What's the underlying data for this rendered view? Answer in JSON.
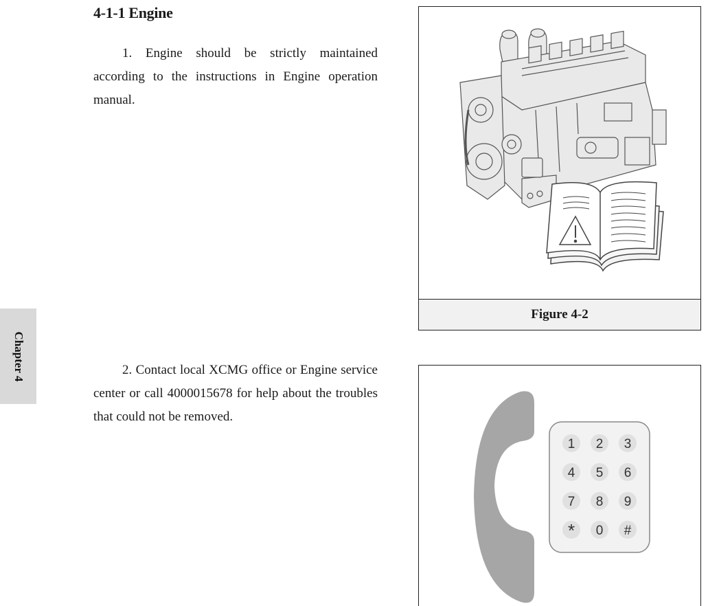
{
  "section": {
    "title": "4-1-1 Engine"
  },
  "paragraphs": [
    "1. Engine should be strictly maintained according to the instructions in Engine operation manual.",
    "2. Contact local XCMG office or Engine service center or call 4000015678 for help about the troubles that could not be removed."
  ],
  "chapter_tab": "Chapter 4",
  "figure_1": {
    "caption": "Figure 4-2",
    "icons": [
      "engine-illustration",
      "manual-book-icon",
      "warning-triangle-icon"
    ]
  },
  "figure_2": {
    "icons": [
      "phone-handset-icon",
      "keypad-icon"
    ],
    "keypad": [
      [
        "1",
        "2",
        "3"
      ],
      [
        "4",
        "5",
        "6"
      ],
      [
        "7",
        "8",
        "9"
      ],
      [
        "*",
        "0",
        "#"
      ]
    ]
  },
  "colors": {
    "chapter_tab_bg": "#d9d9d9",
    "caption_bg": "#f1f1f1",
    "handset": "#a6a6a6",
    "keypad_bg": "#f2f2f2",
    "key_bg": "#e0e0e0"
  }
}
